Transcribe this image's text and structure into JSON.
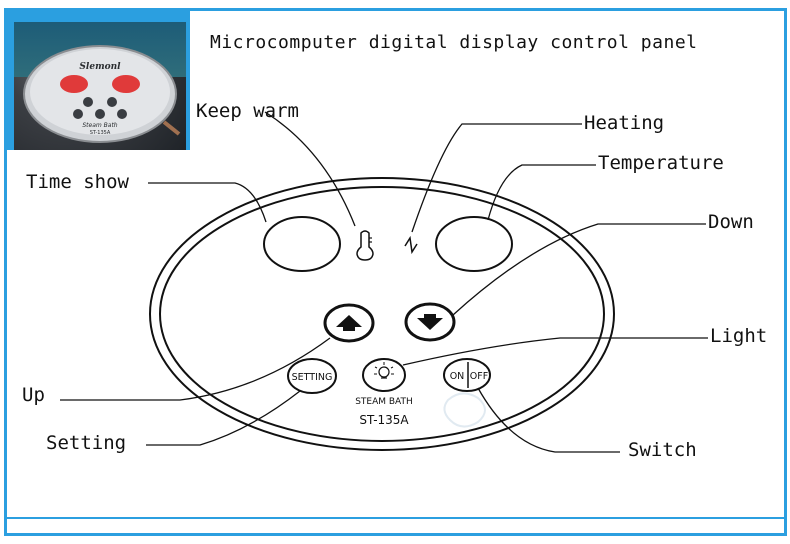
{
  "title": "Microcomputer digital display control panel",
  "labels": {
    "keep_warm": "Keep warm",
    "heating": "Heating",
    "time_show": "Time show",
    "temperature": "Temperature",
    "down": "Down",
    "light": "Light",
    "up": "Up",
    "setting": "Setting",
    "switch": "Switch"
  },
  "panel": {
    "setting_button": "SETTING",
    "on_label": "ON",
    "off_label": "OFF",
    "steam_bath": "STEAM BATH",
    "model": "ST-135A"
  },
  "photo": {
    "brand": "Slemonl",
    "caption": "Steam Bath",
    "model": "ST-135A"
  },
  "colors": {
    "frame": "#2b9fe0",
    "lines": "#111111"
  },
  "icons": [
    "thermometer-icon",
    "heating-icon",
    "up-arrow-icon",
    "down-arrow-icon",
    "light-bulb-icon"
  ]
}
